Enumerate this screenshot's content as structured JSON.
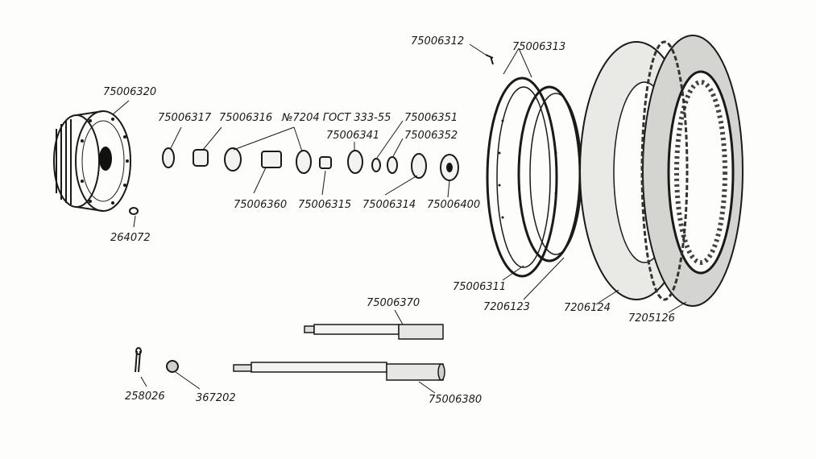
{
  "diagram": {
    "labels": {
      "hub": "75006320",
      "hub_bolt": "264072",
      "cap_left": "75006317",
      "spacer_left": "75006316",
      "bearing_spec": "№7204 ГОСТ 333-55",
      "sleeve": "75006360",
      "ring_small": "75006315",
      "nut": "75006341",
      "washer_a": "75006351",
      "washer_b": "75006352",
      "ring_b": "75006314",
      "cover": "75006400",
      "rim_bolt": "75006312",
      "rim_clamp": "75006313",
      "rim": "75006311",
      "rim_band": "7206123",
      "tube": "7206124",
      "tyre": "7205126",
      "axle_short": "75006370",
      "axle_long": "75006380",
      "cotter_pin": "258026",
      "castle_nut": "367202"
    }
  }
}
